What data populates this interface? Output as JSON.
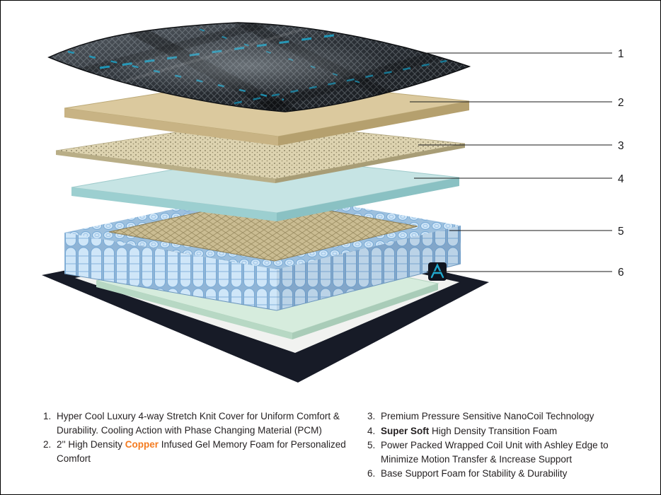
{
  "colors": {
    "accent_teal": "#1ba6cc",
    "copper": "#f47b20",
    "text": "#231f20",
    "cover_dark": "#2b3036",
    "memory_foam_tan": "#dbc99e",
    "nanocoil_beige": "#ddd3b0",
    "transition_foam_aqua": "#c6e4e4",
    "coil_blue": "#cfe6f8",
    "base_navy": "#171b27",
    "base_foam_mint": "#d6ecdd"
  },
  "callouts": [
    "1",
    "2",
    "3",
    "4",
    "5",
    "6"
  ],
  "diagram": {
    "layers": [
      {
        "id": "1",
        "name": "stretch-knit-cover"
      },
      {
        "id": "2",
        "name": "gel-memory-foam"
      },
      {
        "id": "3",
        "name": "nanocoil-layer"
      },
      {
        "id": "4",
        "name": "transition-foam"
      },
      {
        "id": "5",
        "name": "wrapped-coil-unit"
      },
      {
        "id": "6",
        "name": "base-support-foam"
      }
    ],
    "brand_icon": "ashley-logo-icon"
  },
  "legend": {
    "left": [
      {
        "num": "1.",
        "text": "Hyper Cool Luxury 4-way Stretch Knit Cover for Uniform Comfort & Durability. Cooling Action with Phase Changing Material (PCM)"
      },
      {
        "num": "2.",
        "prefix": "2'' High Density ",
        "highlight": "Copper",
        "suffix": " Infused Gel Memory Foam for Personalized Comfort"
      }
    ],
    "right": [
      {
        "num": "3.",
        "text": "Premium Pressure Sensitive NanoCoil Technology"
      },
      {
        "num": "4.",
        "bold": "Super Soft",
        "suffix": " High Density Transition Foam"
      },
      {
        "num": "5.",
        "text": "Power Packed Wrapped Coil Unit with Ashley Edge to Minimize Motion Transfer & Increase Support"
      },
      {
        "num": "6.",
        "text": "Base Support Foam for Stability & Durability"
      }
    ]
  }
}
